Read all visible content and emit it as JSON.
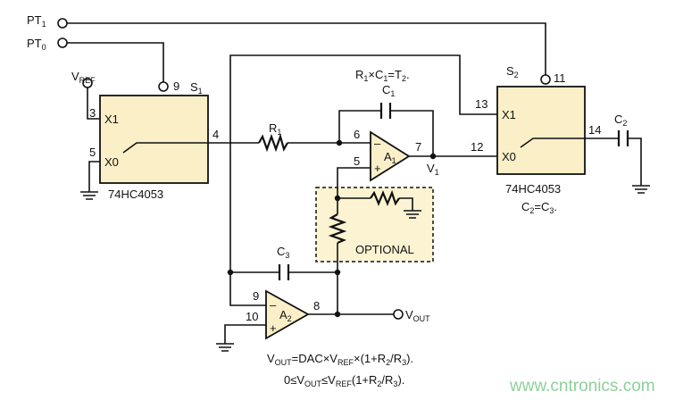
{
  "colors": {
    "chip_fill": "#fbefc8",
    "optional_fill": "#fbf3d2",
    "line": "#111111",
    "watermark": "#8fcf9a"
  },
  "inputs": {
    "pt1": {
      "base": "PT",
      "sub": "1"
    },
    "pt0": {
      "base": "PT",
      "sub": "0"
    },
    "vref": {
      "base": "V",
      "sub": "REF"
    }
  },
  "switch1": {
    "name": {
      "base": "S",
      "sub": "1"
    },
    "part": "74HC4053",
    "pin_x1": "X1",
    "pin_x0": "X0",
    "pin_ctrl": "9",
    "pin_x1_num": "3",
    "pin_x0_num": "5",
    "pin_out": "4"
  },
  "switch2": {
    "name": {
      "base": "S",
      "sub": "2"
    },
    "part": "74HC4053",
    "pin_x1": "X1",
    "pin_x0": "X0",
    "pin_ctrl": "11",
    "pin_x1_num": "13",
    "pin_x0_num": "12",
    "pin_out": "14",
    "note": {
      "a": "C",
      "a_sub": "2",
      "mid": "=C",
      "b_sub": "3",
      "end": "."
    }
  },
  "amp1": {
    "name": {
      "base": "A",
      "sub": "1"
    },
    "minus": "–",
    "plus": "+",
    "pin_inv": "6",
    "pin_noninv": "5",
    "pin_out": "7",
    "out_node": {
      "base": "V",
      "sub": "1"
    }
  },
  "amp2": {
    "name": {
      "base": "A",
      "sub": "2"
    },
    "minus": "–",
    "plus": "+",
    "pin_inv": "9",
    "pin_noninv": "10",
    "pin_out": "8"
  },
  "components": {
    "r1": {
      "base": "R",
      "sub": "1"
    },
    "r2": {
      "base": "R",
      "sub": "2"
    },
    "r3": {
      "base": "R",
      "sub": "3"
    },
    "c1": {
      "base": "C",
      "sub": "1"
    },
    "c2": {
      "base": "C",
      "sub": "2"
    },
    "c3": {
      "base": "C",
      "sub": "3"
    }
  },
  "time_note": {
    "p1": "R",
    "p1_sub": "1",
    "p2": "×C",
    "p2_sub": "1",
    "p3": "=T",
    "p3_sub": "2",
    "p4": "."
  },
  "optional_label": "OPTIONAL",
  "output": {
    "base": "V",
    "sub": "OUT"
  },
  "formulas": {
    "line1": {
      "a": "V",
      "a_sub": "OUT",
      "b": "=DAC×V",
      "b_sub": "REF",
      "c": "×(1+R",
      "c_sub": "2",
      "d": "/R",
      "d_sub": "3",
      "e": ")."
    },
    "line2": {
      "a": "0≤V",
      "a_sub": "OUT",
      "b": "≤V",
      "b_sub": "REF",
      "c": "(1+R",
      "c_sub": "2",
      "d": "/R",
      "d_sub": "3",
      "e": ")."
    }
  },
  "watermark": "www.cntronics.com"
}
